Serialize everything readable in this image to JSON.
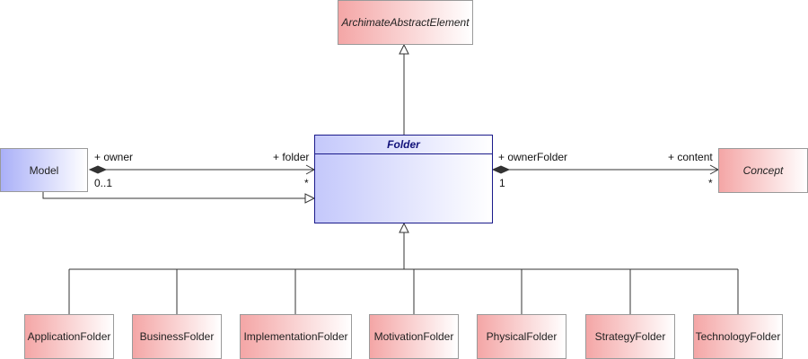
{
  "classes": {
    "archimate_abstract_element": "ArchimateAbstractElement",
    "folder": "Folder",
    "model": "Model",
    "concept": "Concept"
  },
  "subclasses": [
    "ApplicationFolder",
    "BusinessFolder",
    "ImplementationFolder",
    "MotivationFolder",
    "PhysicalFolder",
    "StrategyFolder",
    "TechnologyFolder"
  ],
  "associations": {
    "model_folder": {
      "owner_role": "+ owner",
      "owner_multiplicity": "0..1",
      "folder_role": "+ folder",
      "folder_multiplicity": "*"
    },
    "folder_concept": {
      "owner_role": "+ ownerFolder",
      "owner_multiplicity": "1",
      "content_role": "+ content",
      "content_multiplicity": "*"
    }
  },
  "colors": {
    "abstract_fill": "#f4a6a6",
    "model_fill": "#aab0f8",
    "folder_border": "#1a1a8a",
    "line": "#333333"
  }
}
